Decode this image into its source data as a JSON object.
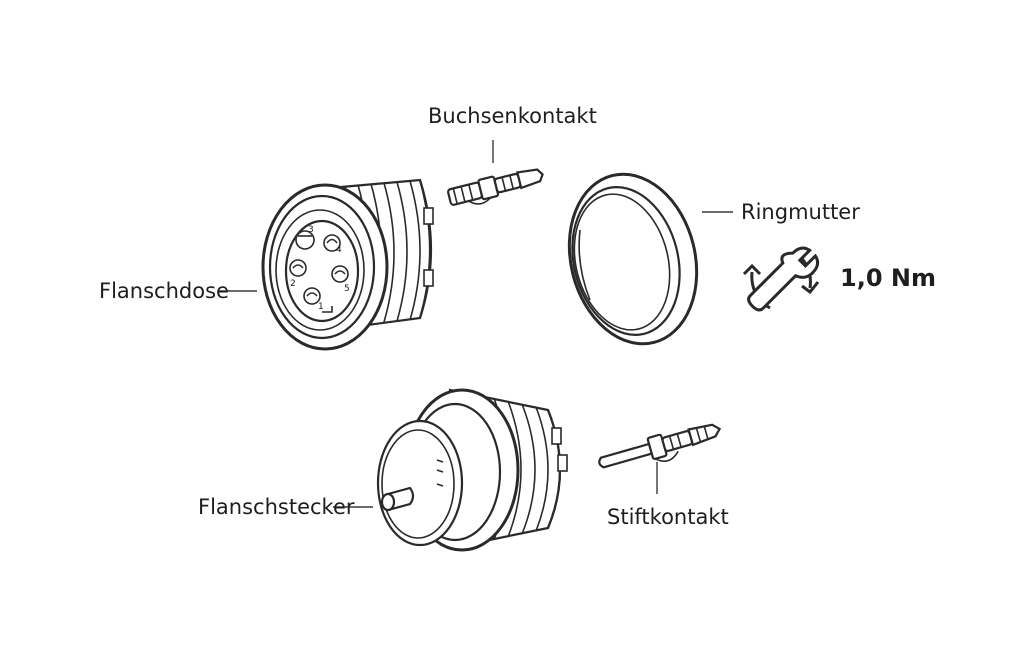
{
  "labels": {
    "buchsenkontakt": "Buchsenkontakt",
    "ringmutter": "Ringmutter",
    "flanschdose": "Flanschdose",
    "flanschstecker": "Flanschstecker",
    "stiftkontakt": "Stiftkontakt",
    "torque": "1,0 Nm"
  },
  "pin_numbers": [
    "1",
    "2",
    "3",
    "4",
    "5"
  ],
  "icons": [
    "wrench-rotate-icon"
  ],
  "colors": {
    "line": "#2a2a2a",
    "text": "#1e1e1e",
    "background": "#ffffff"
  }
}
